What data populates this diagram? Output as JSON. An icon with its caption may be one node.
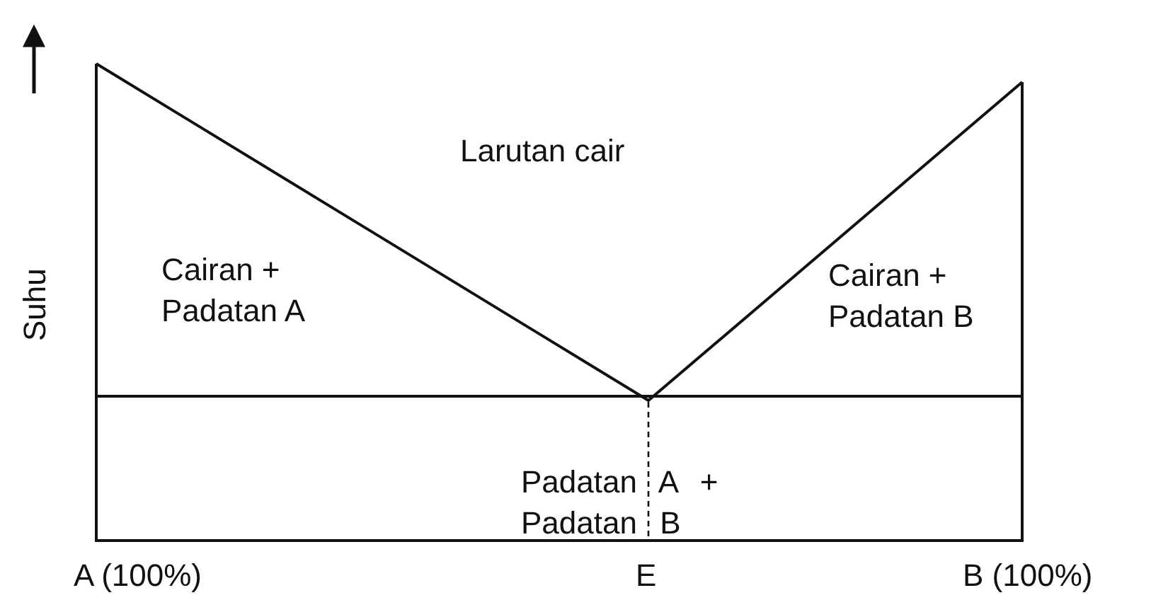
{
  "diagram": {
    "labels": [
      "Suhu",
      "Larutan cair",
      "Cairan + Padatan A",
      "Cairan + Padatan B",
      "Padatan A + Padatan B",
      "A (100%)",
      "E",
      "B (100%)"
    ]
  }
}
